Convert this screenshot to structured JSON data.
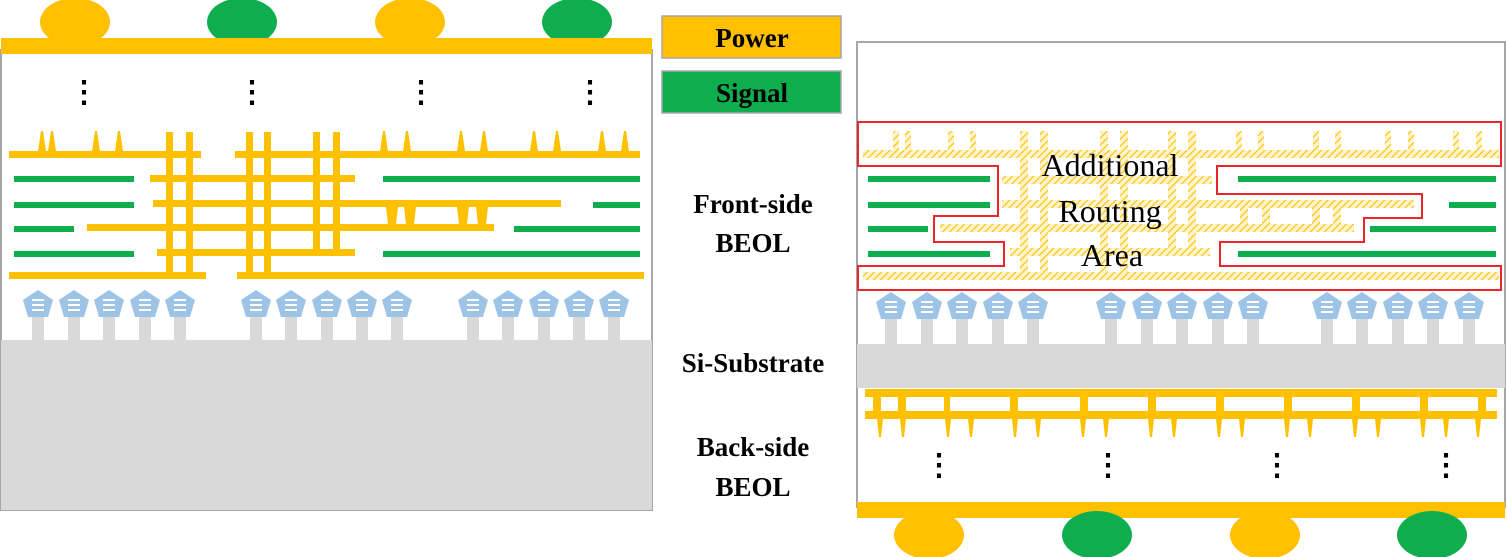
{
  "legend": {
    "power": {
      "label": "Power",
      "color": "#FFC000"
    },
    "signal": {
      "label": "Signal",
      "color": "#0EAE4F"
    }
  },
  "labels": {
    "front_side_1": "Front-side",
    "front_side_2": "BEOL",
    "substrate": "Si-Substrate",
    "back_side_1": "Back-side",
    "back_side_2": "BEOL"
  },
  "routing_area": {
    "line1": "Additional",
    "line2": "Routing",
    "line3": "Area"
  },
  "ellipsis": "⋮",
  "colors": {
    "power": "#FFC000",
    "signal": "#0EAE4F",
    "substrate": "#D9D9D9",
    "transistor": "#9DC3E6",
    "border": "#A6A6A6",
    "highlight": "#E8262B"
  }
}
